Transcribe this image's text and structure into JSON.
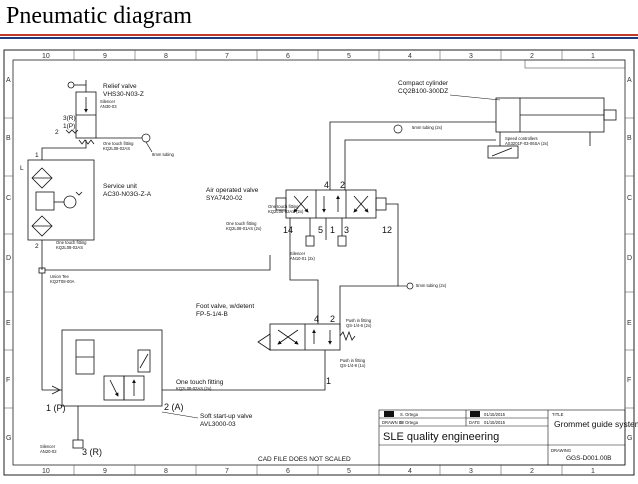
{
  "page": {
    "title": "Pneumatic diagram"
  },
  "grid": {
    "columns": [
      "10",
      "9",
      "8",
      "7",
      "6",
      "5",
      "4",
      "3",
      "2",
      "1"
    ],
    "rows": [
      "A",
      "B",
      "C",
      "D",
      "E",
      "F",
      "G"
    ]
  },
  "components": {
    "relief_valve": {
      "name": "Relief valve",
      "part": "VHS30-N03-Z"
    },
    "silencer_top": {
      "name": "Silencer",
      "part": "AN30-03"
    },
    "fitting_top": {
      "name": "One touch fitting",
      "part": "KQ2L08-02AS"
    },
    "tubing_8mm": "8mm tubing",
    "service_unit": {
      "name": "Service unit",
      "part": "AC30-N03G-Z-A"
    },
    "fitting_service": {
      "name": "One touch fitting",
      "part": "KQ2L08-02AS"
    },
    "union_tee": {
      "name": "Union Tee",
      "part": "KQ2T08-00A"
    },
    "compact_cylinder": {
      "name": "Compact cylinder",
      "part": "CQ2B100-300DZ"
    },
    "tubing_5mm_a": "5mm tubing (2x)",
    "speed_controllers": {
      "name": "Speed controllers",
      "part": "AS3201F-03-06SA (2x)"
    },
    "air_valve": {
      "name": "Air operated valve",
      "part": "SYA7420-02"
    },
    "fitting_air_1": {
      "name": "One touch fitting",
      "part": "KQ2L06-02AS (2x)"
    },
    "fitting_air_2": {
      "name": "One touch fitting",
      "part": "KQ2L08-01AS (2x)"
    },
    "silencer_air": {
      "name": "Silencer",
      "part": "AN10-01 (2x)"
    },
    "tubing_5mm_b": "5mm tubing (2x)",
    "foot_valve": {
      "name": "Foot valve, w/detent",
      "part": "FP-5-1/4-B"
    },
    "push_in_1": {
      "name": "Push in fitting",
      "part": "QS-1/4-6 (2x)"
    },
    "push_in_2": {
      "name": "Push in fitting",
      "part": "QS-1/4-8 (1x)"
    },
    "fitting_softstart": {
      "name": "One touch fitting",
      "part": "KQ2L08-02AS (2x)"
    },
    "soft_start": {
      "name": "Soft start-up valve",
      "part": "AVL3000-03"
    },
    "silencer_bottom": {
      "name": "Silencer",
      "part": "AN20-02"
    }
  },
  "ports": {
    "relief_3r": "3(R)",
    "relief_1p": "1(P)",
    "relief_2": "2",
    "service_1": "1",
    "service_2": "2",
    "service_l": "L",
    "air_4": "4",
    "air_2": "2",
    "air_14": "14",
    "air_5": "5",
    "air_1": "1",
    "air_3": "3",
    "air_12": "12",
    "foot_4": "4",
    "foot_2": "2",
    "foot_1": "1",
    "soft_1p": "1 (P)",
    "soft_2a": "2 (A)",
    "soft_3r": "3 (R)"
  },
  "title_block": {
    "not_scaled": "CAD FILE DOES NOT SCALED",
    "drawn_name": "S. Ortega",
    "checked_name": "S. Ortega",
    "date_1": "01/15/2015",
    "date_2": "01/15/2015",
    "drawn_label": "DRAWN BY",
    "date_label": "DATE",
    "title_label": "TITLE",
    "drawing_title": "Grommet guide system diagram",
    "company": "SLE quality engineering",
    "drawing_no_label": "DRAWING",
    "drawing_no": "GGS-D001.00B"
  }
}
